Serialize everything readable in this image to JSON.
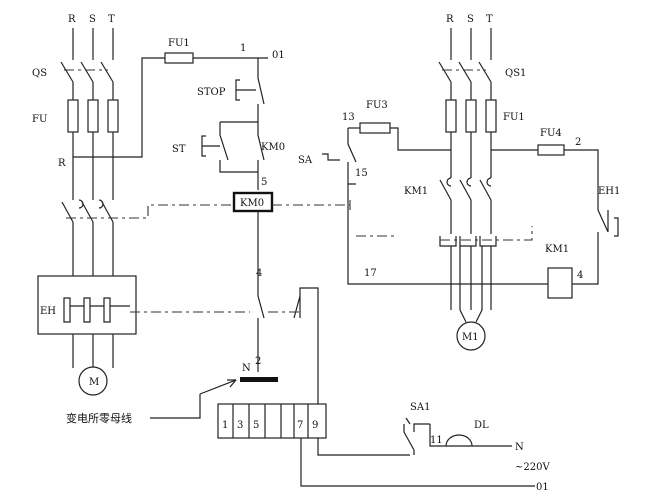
{
  "labels": {
    "left_R": "R",
    "left_S": "S",
    "left_T": "T",
    "qs": "QS",
    "fu": "FU",
    "r_tap": "R",
    "fu1": "FU1",
    "n1": "1",
    "n01_top": "01",
    "stop": "STOP",
    "st": "ST",
    "km0_contact": "KM0",
    "n5": "5",
    "km0_coil": "KM0",
    "n4_mid": "4",
    "eh_left": "EH",
    "motor_left": "M",
    "n_left": "N",
    "n2": "2",
    "busbar": "变电所零母线",
    "term1": "1",
    "term3": "3",
    "term5": "5",
    "term7": "7",
    "term9": "9",
    "sa1": "SA1",
    "n11": "11",
    "dl": "DL",
    "n_right": "N",
    "v220": "~220V",
    "n01_bottom": "01",
    "right_R": "R",
    "right_S": "S",
    "right_T": "T",
    "qs1": "QS1",
    "fu1_right": "FU1",
    "fu3": "FU3",
    "n13": "13",
    "sa": "SA",
    "n15": "15",
    "fu4": "FU4",
    "n2_right": "2",
    "km1_main": "KM1",
    "eh1": "EH1",
    "km1_coil": "KM1",
    "n17": "17",
    "n4_right": "4",
    "motor_right": "M1"
  }
}
